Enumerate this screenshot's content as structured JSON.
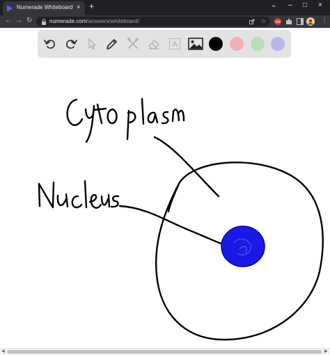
{
  "browser": {
    "tab_title": "Numerade Whiteboard",
    "tab_close": "×",
    "new_tab": "+",
    "window_controls": {
      "chevron": "⌄",
      "minimize": "–",
      "maximize": "□",
      "close": "×"
    },
    "nav": {
      "back": "←",
      "forward": "→",
      "reload": "↻"
    },
    "url_host": "numerade.com",
    "url_path": "/answers/whiteboard/",
    "omnibox_icons": [
      "share-icon",
      "star-icon"
    ],
    "extension_badge": "ABP",
    "menu": "⋮"
  },
  "whiteboard": {
    "tools": [
      "undo-icon",
      "redo-icon",
      "select-icon",
      "pen-icon",
      "tools-icon",
      "eraser-icon",
      "text-icon",
      "image-icon"
    ],
    "text_tool_glyph": "A",
    "colors": {
      "black": "#000000",
      "pink": "#f0b1b8",
      "green": "#b8deb7",
      "lavender": "#b9b6ec",
      "ink": "#000000",
      "nucleus_fill": "#1a1ae6"
    },
    "handwritten_labels": [
      "Cytoplasm",
      "Nucleus"
    ]
  }
}
